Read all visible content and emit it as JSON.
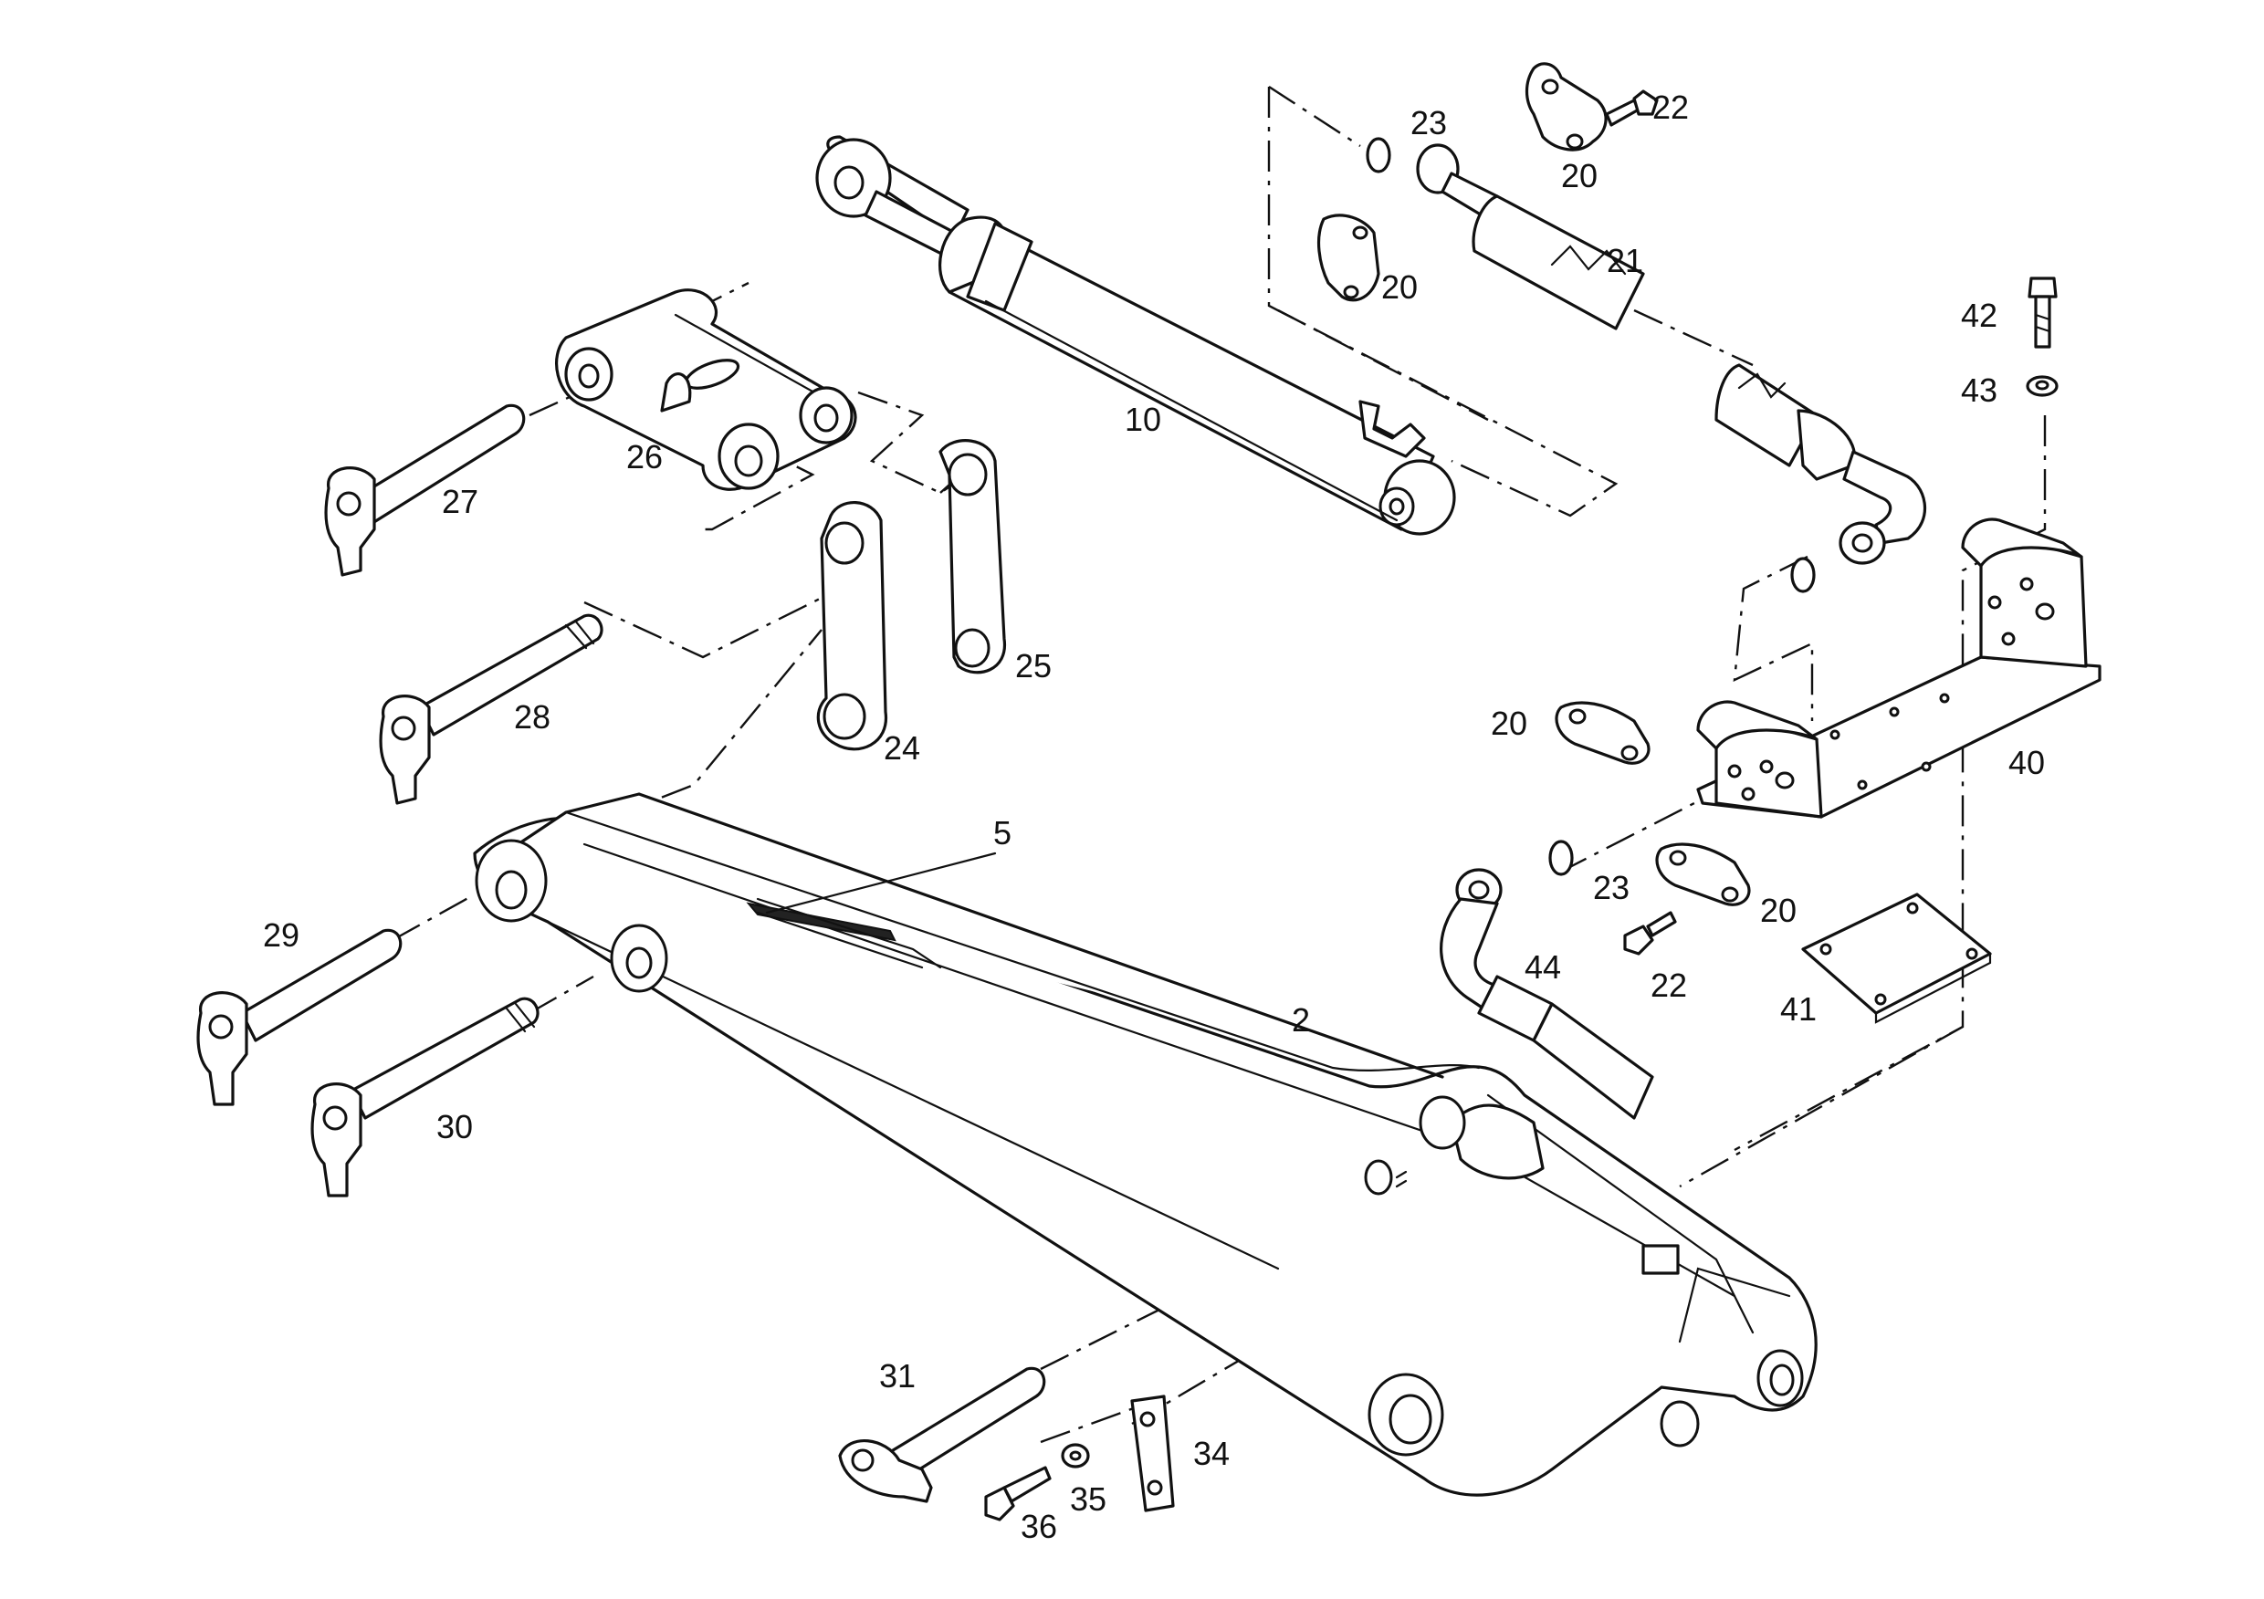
{
  "callouts": {
    "p2": "2",
    "p5": "5",
    "p10": "10",
    "p20a": "20",
    "p20b": "20",
    "p20c": "20",
    "p20d": "20",
    "p21": "21",
    "p22a": "22",
    "p22b": "22",
    "p23a": "23",
    "p23b": "23",
    "p24": "24",
    "p25": "25",
    "p26": "26",
    "p27": "27",
    "p28": "28",
    "p29": "29",
    "p30": "30",
    "p31": "31",
    "p34": "34",
    "p35": "35",
    "p36": "36",
    "p40": "40",
    "p41": "41",
    "p42": "42",
    "p43": "43",
    "p44": "44"
  }
}
